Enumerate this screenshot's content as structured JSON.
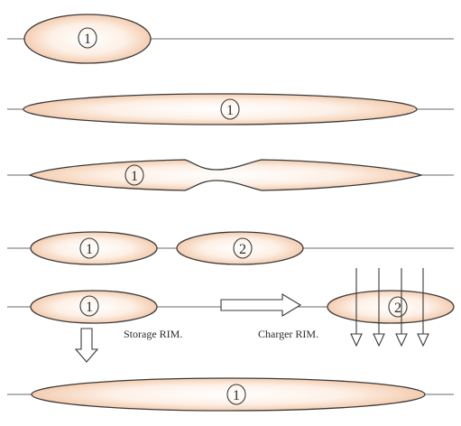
{
  "colors": {
    "blob_center": "#ffffff",
    "blob_edge": "#f4cdb0",
    "stroke": "#3a3a3a",
    "background": "#ffffff"
  },
  "labels": {
    "row1": "1",
    "row2": "1",
    "row3": "1",
    "row4_left": "1",
    "row4_right": "2",
    "row5_left": "1",
    "row5_right": "2",
    "row6": "1",
    "storage_caption": "Storage RIM.",
    "charger_caption": "Charger RIM."
  },
  "icons": {
    "horizontal_arrow": "right-hollow-arrow-icon",
    "down_arrow": "down-hollow-arrow-icon",
    "laser_beams": "down-arrow-icon"
  }
}
